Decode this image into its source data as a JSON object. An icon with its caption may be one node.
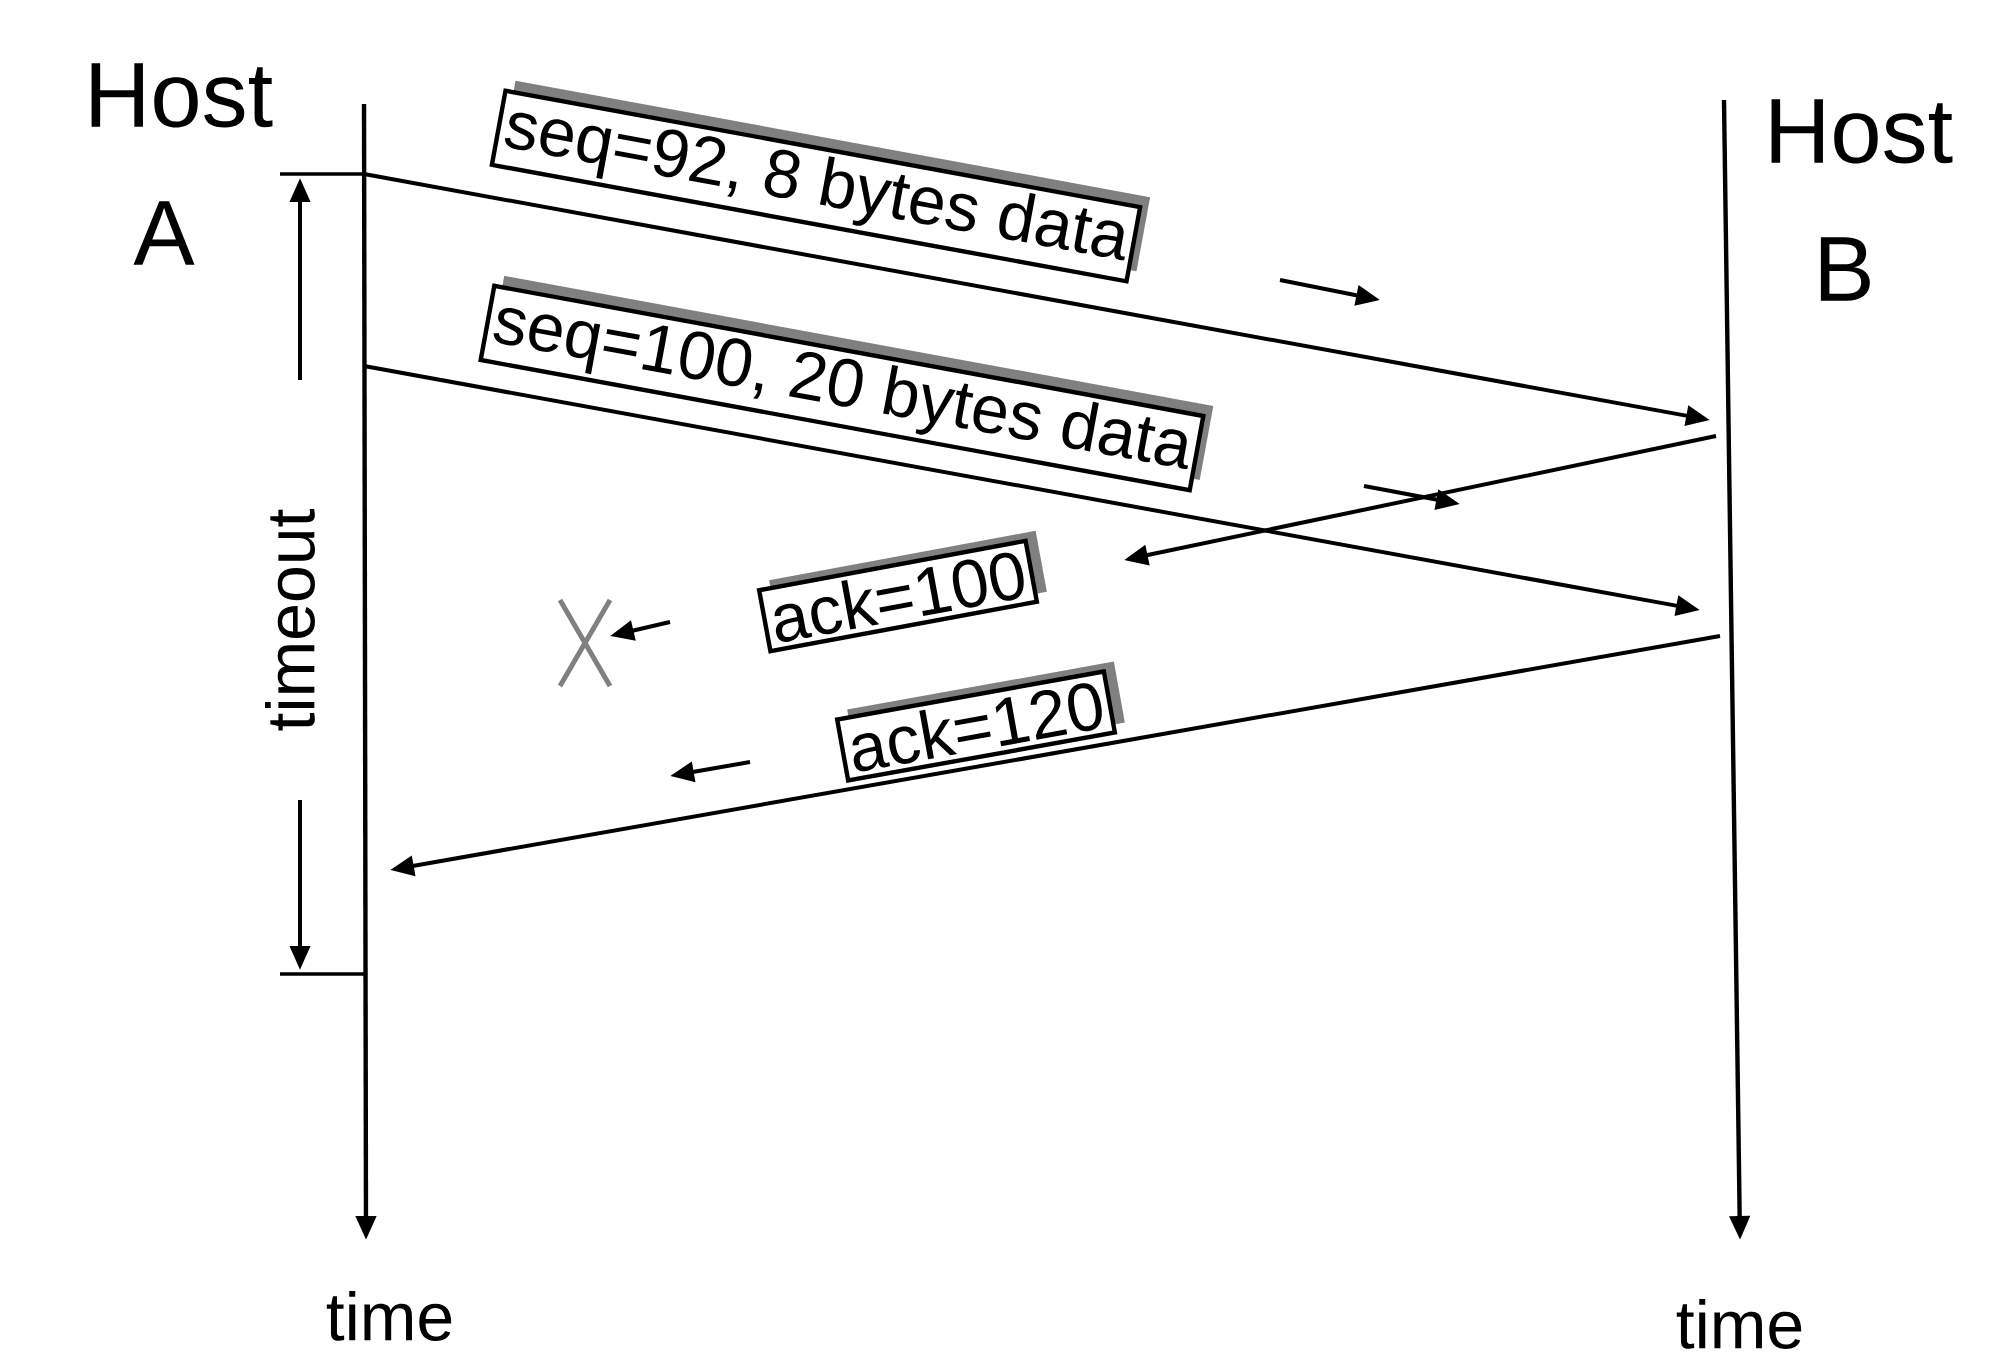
{
  "diagram": {
    "nodes": [
      {
        "text": [
          "seq=92, 8 bytes data"
        ]
      },
      {
        "text": [
          "seq=100, 20 bytes data"
        ]
      },
      {
        "text": [
          "ack=100"
        ]
      },
      {
        "text": [
          "ack=120"
        ]
      }
    ],
    "labels": [
      "Host A",
      "Host B",
      "timeout",
      "time",
      "time"
    ]
  }
}
